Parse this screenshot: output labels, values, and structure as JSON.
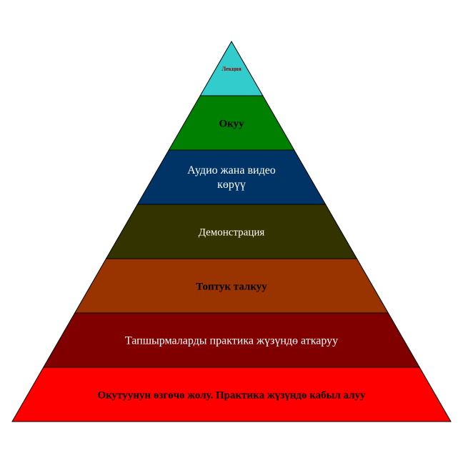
{
  "pyramid": {
    "levels": [
      {
        "label": "Лекция",
        "color": "#33cccc",
        "text_color": "#990000",
        "bold": true
      },
      {
        "label": "Окуу",
        "color": "#008000",
        "text_color": "#000000",
        "bold": true
      },
      {
        "label_lines": [
          "Аудио жана видео",
          "көрүү"
        ],
        "color": "#003366",
        "text_color": "#ffffff",
        "bold": false
      },
      {
        "label": "Демонстрация",
        "color": "#333300",
        "text_color": "#ffffff",
        "bold": false
      },
      {
        "label": "Топтук талкуу",
        "color": "#993300",
        "text_color": "#000000",
        "bold": true
      },
      {
        "label": "Тапшырмаларды практика жүзүндө аткаруу",
        "color": "#800000",
        "text_color": "#ffffff",
        "bold": false
      },
      {
        "label": "Окутуунун өзгөчө жолу. Практика жүзүндө кабыл алуу",
        "color": "#ff0000",
        "text_color": "#000000",
        "bold": true
      }
    ]
  }
}
